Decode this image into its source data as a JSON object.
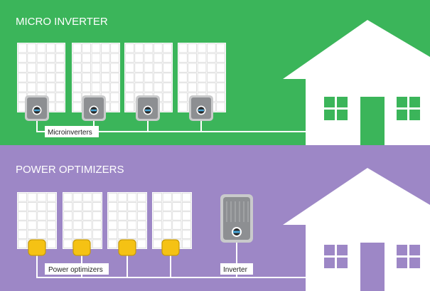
{
  "colors": {
    "top_bg": "#3bb55a",
    "bottom_bg": "#9d87c6",
    "white": "#ffffff",
    "window": "#3bb55a",
    "window_bottom": "#9d87c6",
    "inverter_body": "#8d8f92",
    "inverter_border": "#c9cacb",
    "optimizer": "#f5c214",
    "optimizer_border": "#c79a09",
    "indicator": "#4aa7d8",
    "label_text": "#222222"
  },
  "sections": [
    {
      "title": "MICRO INVERTER",
      "device_label": "Microinverters",
      "device_icon": "microinverter-icon"
    },
    {
      "title": "POWER OPTIMIZERS",
      "device_label": "Power optimizers",
      "device_icon": "power-optimizer-icon",
      "inverter_label": "Inverter",
      "inverter_icon": "string-inverter-icon"
    }
  ]
}
